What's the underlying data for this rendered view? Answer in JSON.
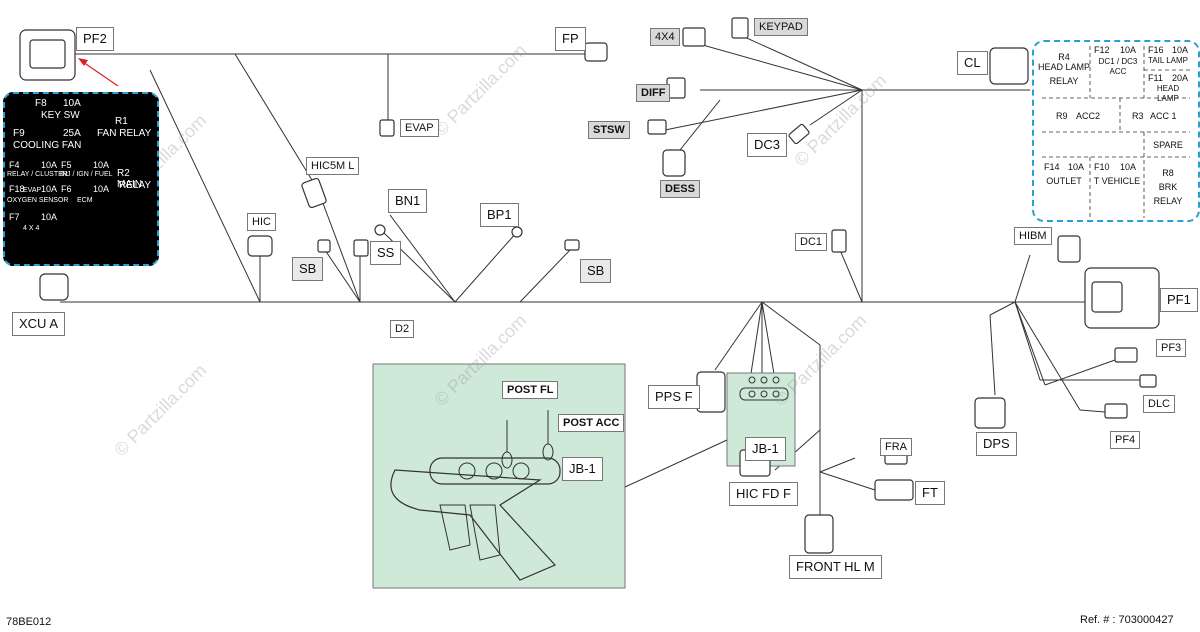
{
  "connectors": {
    "pf2": "PF2",
    "fp": "FP",
    "fourx4": "4X4",
    "keypad": "KEYPAD",
    "cl": "CL",
    "diff": "DIFF",
    "stsw": "STSW",
    "dess": "DESS",
    "dc3": "DC3",
    "evap": "EVAP",
    "hic5m_l": "HIC5M L",
    "bn1": "BN1",
    "bp1": "BP1",
    "hic": "HIC",
    "sb_left": "SB",
    "ss": "SS",
    "sb_right": "SB",
    "d2": "D2",
    "xcu_a": "XCU A",
    "dc1": "DC1",
    "hibm": "HIBM",
    "pf1": "PF1",
    "pf3": "PF3",
    "dlc": "DLC",
    "pf4": "PF4",
    "dps": "DPS",
    "pps_f": "PPS F",
    "jb1_small": "JB-1",
    "fra": "FRA",
    "hic_fd_f": "HIC FD F",
    "ft": "FT",
    "front_hl_m": "FRONT HL M"
  },
  "detail": {
    "post_fl": "POST FL",
    "post_acc": "POST ACC",
    "jb1": "JB-1"
  },
  "fusebox_left": {
    "f8": "F8",
    "f8_amp": "10A",
    "f8_name": "KEY SW",
    "f9": "F9",
    "f9_amp": "25A",
    "f9_name": "COOLING FAN",
    "r1": "R1",
    "r1_name": "FAN RELAY",
    "f4": "F4",
    "f4_amp": "10A",
    "f4_name": "RELAY / CLUSTER",
    "f5": "F5",
    "f5_amp": "10A",
    "f5_name": "INJ / IGN / FUEL",
    "r2": "R2 MAIN",
    "r2_name": "RELAY",
    "f18": "F18",
    "f18_evap": "EVAP",
    "f18_amp": "10A",
    "f18_name": "OXYGEN SENSOR",
    "f6": "F6",
    "f6_amp": "10A",
    "f6_name": "ECM",
    "f7": "F7",
    "f7_amp": "10A",
    "f7_name": "4 X 4"
  },
  "fusebox_right": {
    "r4": "R4",
    "r4_name1": "HEAD LAMP",
    "r4_name2": "RELAY",
    "f12": "F12",
    "f12_amp": "10A",
    "f12_name": "DC1 / DC3 ACC",
    "f16": "F16",
    "f16_amp": "10A",
    "f16_name": "TAIL LAMP",
    "f11": "F11",
    "f11_amp": "20A",
    "f11_name": "HEAD LAMP",
    "r9": "R9",
    "r9_name": "ACC2",
    "r3": "R3",
    "r3_name": "ACC 1",
    "spare": "SPARE",
    "f14": "F14",
    "f14_amp": "10A",
    "f14_name": "OUTLET",
    "f10": "F10",
    "f10_amp": "10A",
    "f10_name": "T VEHICLE",
    "r8": "R8",
    "r8_name1": "BRK",
    "r8_name2": "RELAY"
  },
  "watermark": "© Partzilla.com",
  "footer": {
    "code": "78BE012",
    "ref": "Ref. # : 703000427"
  },
  "colors": {
    "detail_bg": "#cfe9d9",
    "fuse_border": "#2aa0d0",
    "wire": "#333333",
    "pointer": "#e02020"
  }
}
